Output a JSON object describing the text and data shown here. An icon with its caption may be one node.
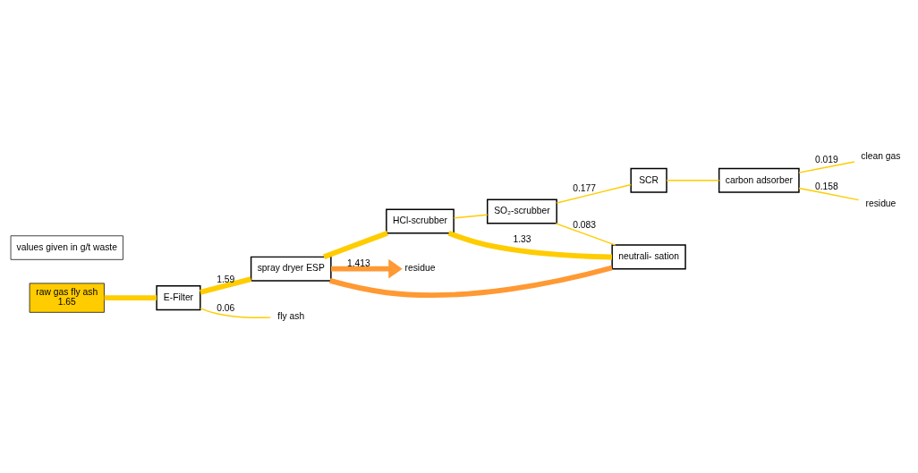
{
  "diagram": {
    "nodes": [
      {
        "text": [
          "raw gas fly ash",
          "1.65"
        ]
      },
      {
        "text": [
          "E-Filter"
        ]
      },
      {
        "text": [
          "spray dryer ESP"
        ]
      },
      {
        "text": [
          "HCl-scrubber"
        ]
      },
      {
        "text": [
          "neutrali- sation"
        ]
      },
      {
        "text": [
          "SO₂-scrubber"
        ]
      },
      {
        "text": [
          "SCR"
        ]
      },
      {
        "text": [
          "carbon adsorber"
        ]
      },
      {
        "text": [
          "clean gas"
        ]
      },
      {
        "text": [
          "fly ash"
        ]
      },
      {
        "text": [
          "residue"
        ]
      },
      {
        "text": [
          "residue"
        ]
      },
      {
        "text": [
          "values given in g/t waste"
        ]
      }
    ],
    "edges": [
      {
        "from": 0,
        "to": 1,
        "arrow": "none",
        "style": "thick"
      },
      {
        "from": 1,
        "to": 2,
        "arrow": "none",
        "label": "1.59",
        "style": "thick"
      },
      {
        "from": 1,
        "to": 9,
        "arrow": "none",
        "label": "0.06"
      },
      {
        "from": 2,
        "to": 3,
        "arrow": "none",
        "style": "thick"
      },
      {
        "from": 3,
        "to": 4,
        "arrow": "none",
        "label": "1.33",
        "style": "thick"
      },
      {
        "from": 4,
        "to": 2,
        "arrow": "none",
        "style": "thick",
        "color": "#ff9933"
      },
      {
        "from": 2,
        "to": 10,
        "arrow": "to",
        "label": "1.413",
        "style": "thick",
        "color": "#ff9933"
      },
      {
        "from": 3,
        "to": 5,
        "arrow": "none"
      },
      {
        "from": 5,
        "to": 4,
        "arrow": "none",
        "label": "0.083"
      },
      {
        "from": 5,
        "to": 6,
        "arrow": "none",
        "label": "0.177"
      },
      {
        "from": 6,
        "to": 7,
        "arrow": "none"
      },
      {
        "from": 7,
        "to": 8,
        "arrow": "none",
        "label": "0.019"
      },
      {
        "from": 7,
        "to": 11,
        "arrow": "none",
        "label": "0.158"
      }
    ]
  }
}
